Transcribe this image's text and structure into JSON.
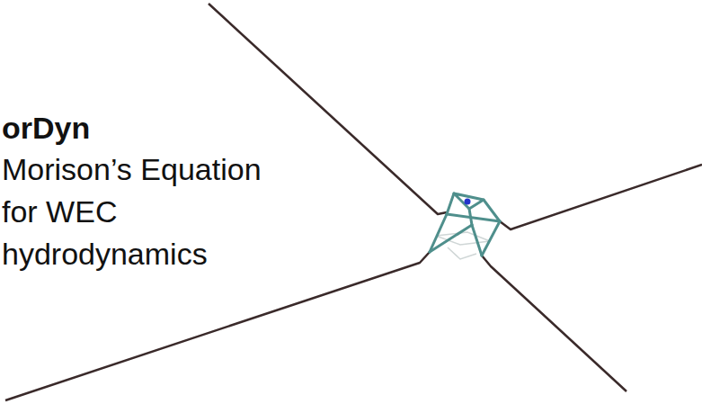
{
  "diagram": {
    "labels": [
      "orDyn",
      "Morison’s Equation",
      "for WEC",
      "hydrodynamics"
    ]
  }
}
